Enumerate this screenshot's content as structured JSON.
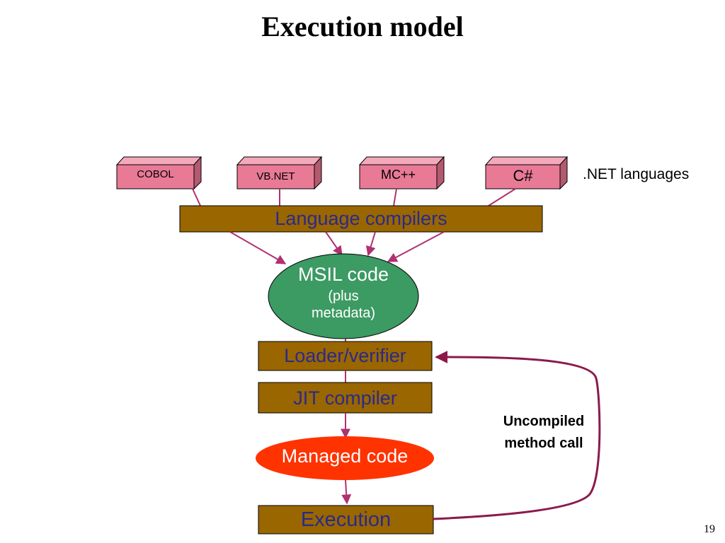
{
  "slide": {
    "title": "Execution model",
    "page_number": "19"
  },
  "diagram": {
    "languages": [
      "COBOL",
      "VB.NET",
      "MC++",
      "C#"
    ],
    "languages_caption": ".NET languages",
    "compiler_label": "Language compilers",
    "msil_title": "MSIL code",
    "msil_sub_line1": "(plus",
    "msil_sub_line2": "metadata)",
    "loader_label": "Loader/verifier",
    "jit_label": "JIT compiler",
    "managed_label": "Managed code",
    "execution_label": "Execution",
    "uncompiled_line1": "Uncompiled",
    "uncompiled_line2": "method call",
    "colors": {
      "language_box": "#e87a96",
      "compiler_box": "#996600",
      "msil_ellipse": "#3c9a63",
      "managed_ellipse": "#ff3300",
      "arrow": "#8b1a4a",
      "box_text": "#2a2a8a"
    }
  }
}
